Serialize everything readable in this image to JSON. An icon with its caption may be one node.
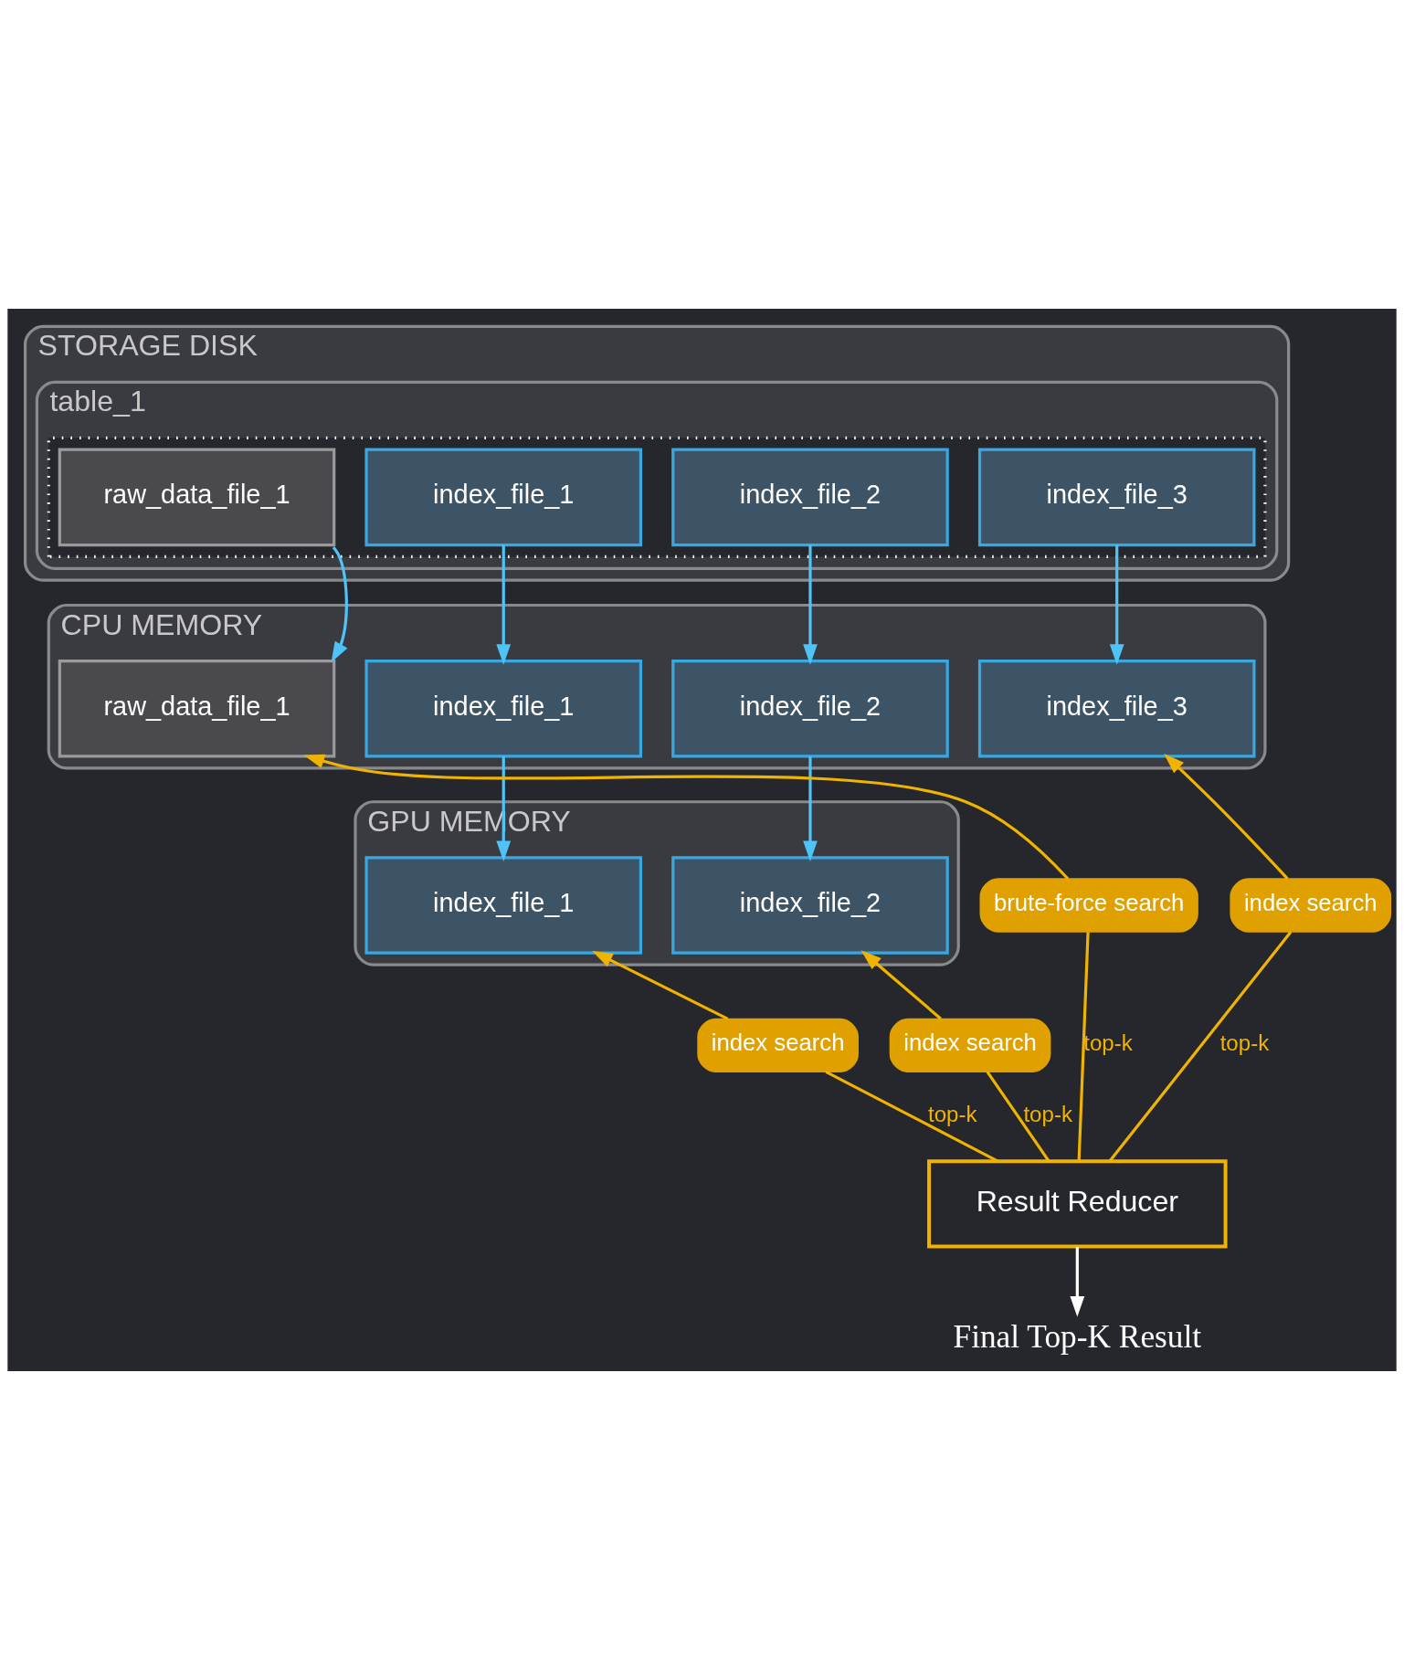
{
  "diagram": {
    "nodes": [
      {
        "text": [
          "STORAGE DISK"
        ]
      },
      {
        "text": [
          "table_1"
        ],
        "in": 0
      },
      {
        "text": [],
        "shape": "box",
        "in": 1
      },
      {
        "text": [
          "raw_data_file_1"
        ],
        "in": 2
      },
      {
        "text": [
          "index_file_1"
        ],
        "in": 2
      },
      {
        "text": [
          "index_file_2"
        ],
        "in": 2
      },
      {
        "text": [
          "index_file_3"
        ],
        "in": 2
      },
      {
        "text": [
          "CPU MEMORY"
        ]
      },
      {
        "text": [
          "raw_data_file_1"
        ],
        "in": 7
      },
      {
        "text": [
          "index_file_1"
        ],
        "in": 7
      },
      {
        "text": [
          "index_file_2"
        ],
        "in": 7
      },
      {
        "text": [
          "index_file_3"
        ],
        "in": 7
      },
      {
        "text": [
          "GPU MEMORY"
        ]
      },
      {
        "text": [
          "index_file_1"
        ],
        "in": 12
      },
      {
        "text": [
          "index_file_2"
        ],
        "in": 12
      },
      {
        "text": [
          "brute-force search"
        ]
      },
      {
        "text": [
          "index search"
        ]
      },
      {
        "text": [
          "index search"
        ]
      },
      {
        "text": [
          "index search"
        ]
      },
      {
        "text": [
          "Result Reducer"
        ]
      },
      {
        "text": [
          "Final Top-K Result"
        ]
      }
    ],
    "edges": [
      {
        "from": 3,
        "to": 8,
        "arrow": "to",
        "color": "#4fc3f7"
      },
      {
        "from": 4,
        "to": 9,
        "arrow": "to",
        "color": "#4fc3f7"
      },
      {
        "from": 5,
        "to": 10,
        "arrow": "to",
        "color": "#4fc3f7"
      },
      {
        "from": 6,
        "to": 11,
        "arrow": "to",
        "color": "#4fc3f7"
      },
      {
        "from": 9,
        "to": 13,
        "arrow": "to",
        "color": "#4fc3f7"
      },
      {
        "from": 10,
        "to": 14,
        "arrow": "to",
        "color": "#4fc3f7"
      },
      {
        "from": 15,
        "to": 8,
        "arrow": "to"
      },
      {
        "from": 16,
        "to": 11,
        "arrow": "to"
      },
      {
        "from": 17,
        "to": 13,
        "arrow": "to"
      },
      {
        "from": 18,
        "to": 14,
        "arrow": "to"
      },
      {
        "from": 15,
        "to": 19,
        "arrow": "none",
        "label": "top-k"
      },
      {
        "from": 17,
        "to": 19,
        "arrow": "none",
        "label": "top-k"
      },
      {
        "from": 18,
        "to": 19,
        "arrow": "none",
        "label": "top-k"
      },
      {
        "from": 16,
        "to": 19,
        "arrow": "none",
        "label": "top-k"
      },
      {
        "from": 19,
        "to": 20,
        "arrow": "to",
        "color": "#ffffff"
      }
    ]
  }
}
